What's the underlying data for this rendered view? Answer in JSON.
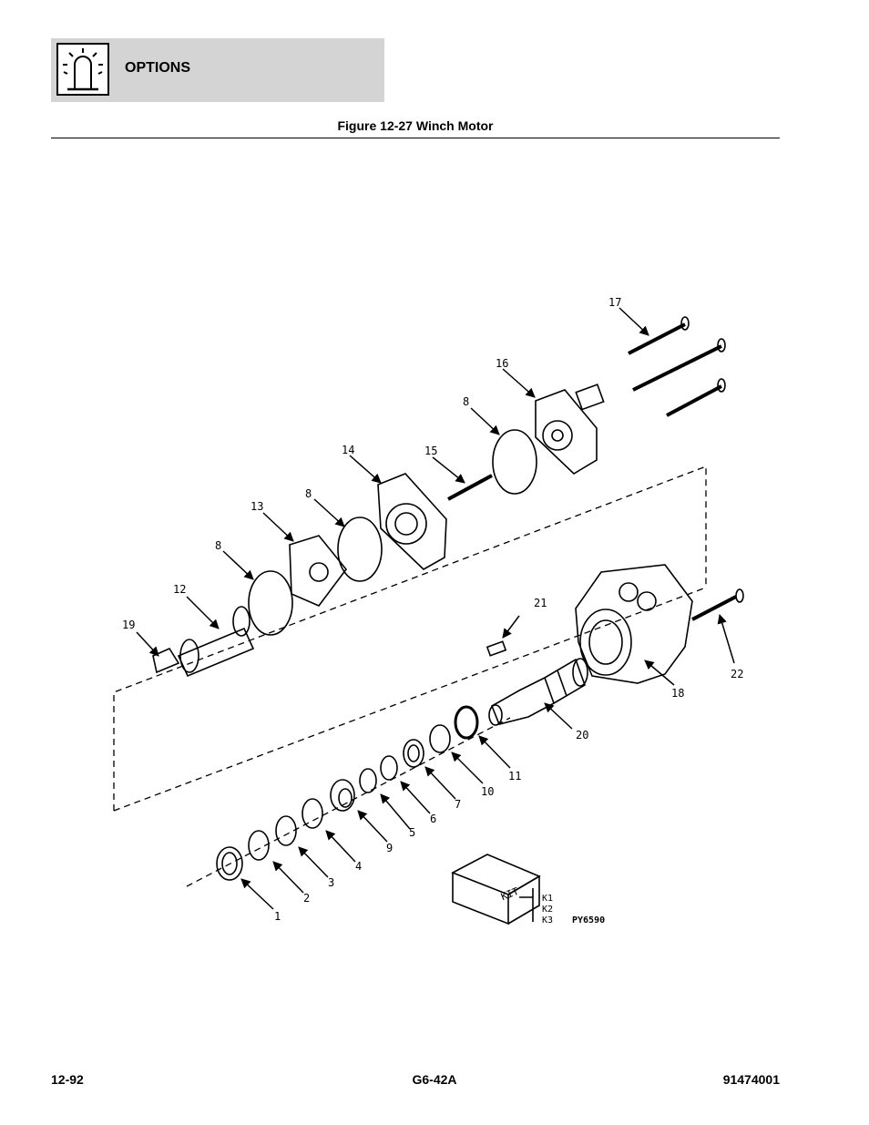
{
  "header": {
    "section_title": "OPTIONS",
    "icon": "beacon-light-icon"
  },
  "figure": {
    "caption": "Figure 12-27 Winch Motor",
    "callouts": [
      "1",
      "2",
      "3",
      "4",
      "5",
      "6",
      "7",
      "8",
      "8",
      "8",
      "9",
      "10",
      "11",
      "12",
      "13",
      "14",
      "15",
      "16",
      "17",
      "18",
      "19",
      "20",
      "21",
      "22"
    ],
    "kit_label": "KIT",
    "kit_items": [
      "K1",
      "K2",
      "K3"
    ],
    "drawing_id": "PY6590"
  },
  "footer": {
    "page_number": "12-92",
    "model": "G6-42A",
    "document_number": "91474001"
  }
}
